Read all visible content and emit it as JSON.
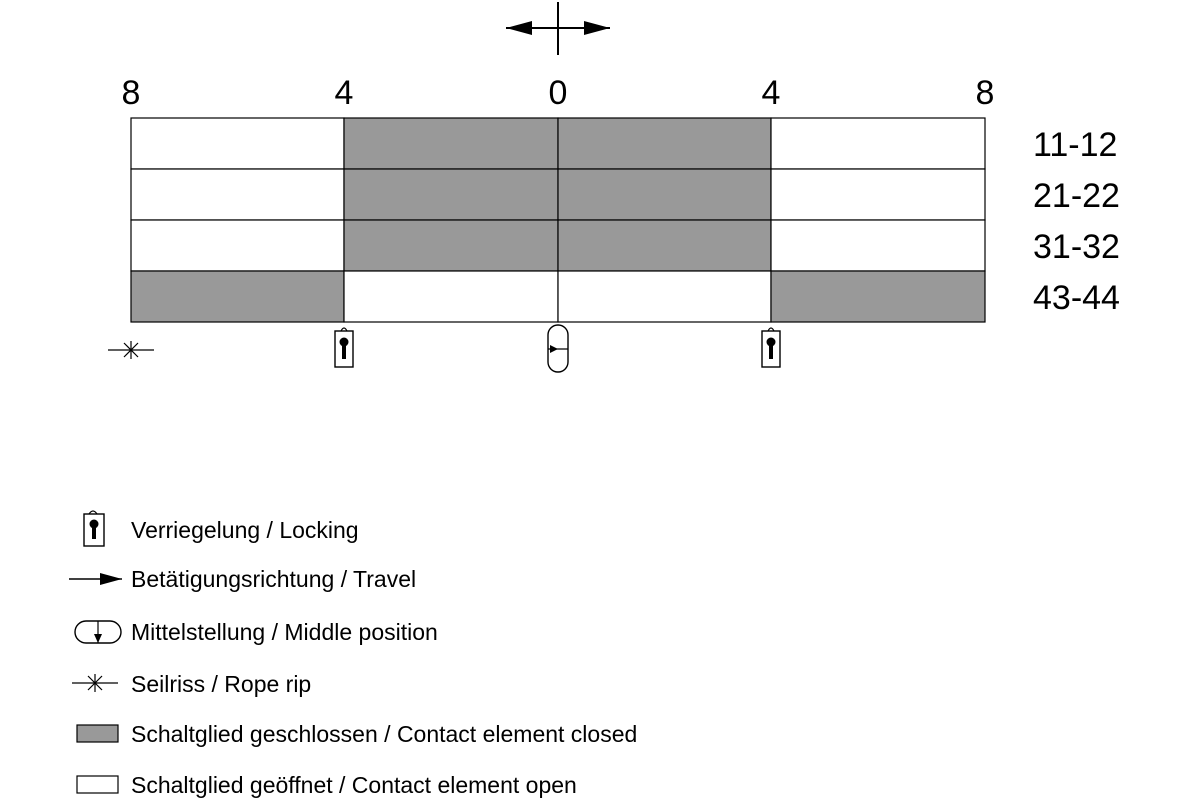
{
  "colors": {
    "closed": "#999999",
    "open": "#ffffff",
    "line": "#000000"
  },
  "scale": {
    "positions": [
      -8,
      -4,
      0,
      4,
      8
    ],
    "labels": [
      "8",
      "4",
      "0",
      "4",
      "8"
    ]
  },
  "contacts": [
    {
      "label": "11-12",
      "closed_from": -4,
      "closed_to": 4
    },
    {
      "label": "21-22",
      "closed_from": -4,
      "closed_to": 4
    },
    {
      "label": "31-32",
      "closed_from": -4,
      "closed_to": 4
    },
    {
      "label": "43-44",
      "closed_ranges": [
        [
          -8,
          -4
        ],
        [
          4,
          8
        ]
      ]
    }
  ],
  "markers": [
    {
      "icon": "rope-rip-icon",
      "position": -8
    },
    {
      "icon": "lock-icon",
      "position": -4
    },
    {
      "icon": "middle-position-icon",
      "position": 0
    },
    {
      "icon": "lock-icon",
      "position": 4
    }
  ],
  "legend": [
    {
      "icon": "lock-icon",
      "text": "Verriegelung / Locking"
    },
    {
      "icon": "arrow-right-icon",
      "text": "Betätigungsrichtung / Travel"
    },
    {
      "icon": "middle-position-icon",
      "text": "Mittelstellung / Middle position"
    },
    {
      "icon": "rope-rip-icon",
      "text": "Seilriss / Rope rip"
    },
    {
      "icon": "closed-swatch-icon",
      "text": "Schaltglied geschlossen / Contact element closed"
    },
    {
      "icon": "open-swatch-icon",
      "text": "Schaltglied geöffnet / Contact element open"
    }
  ]
}
